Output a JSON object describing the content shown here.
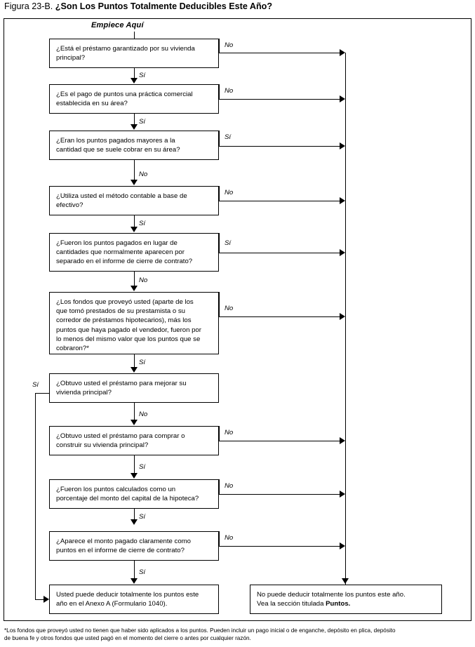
{
  "figure": {
    "label": "Figura 23-B.",
    "title": "¿Son Los Puntos Totalmente Deducibles Este Año?",
    "start_label": "Empiece Aquí"
  },
  "edge_labels": {
    "si": "Sí",
    "no": "No"
  },
  "nodes": [
    {
      "id": "q1",
      "type": "decision",
      "lines": [
        "¿Está el préstamo garantizado por su vivienda",
        "principal?"
      ],
      "yes_label": "Sí",
      "no_label": "No",
      "yes_target": "q2",
      "no_target": "not-deductible"
    },
    {
      "id": "q2",
      "type": "decision",
      "lines": [
        "¿Es el pago de puntos una práctica comercial",
        "establecida en su área?"
      ],
      "yes_label": "Sí",
      "no_label": "No",
      "yes_target": "q3",
      "no_target": "not-deductible"
    },
    {
      "id": "q3",
      "type": "decision",
      "lines": [
        "¿Eran los puntos pagados mayores a la",
        "cantidad que se suele cobrar en su área?"
      ],
      "yes_label": "Sí",
      "no_label": "No",
      "yes_target": "not-deductible",
      "no_target": "q4"
    },
    {
      "id": "q4",
      "type": "decision",
      "lines": [
        "¿Utiliza usted el método contable a base de",
        "efectivo?"
      ],
      "yes_label": "Sí",
      "no_label": "No",
      "yes_target": "q5",
      "no_target": "not-deductible"
    },
    {
      "id": "q5",
      "type": "decision",
      "lines": [
        "¿Fueron los puntos pagados en lugar de",
        "cantidades que normalmente aparecen por",
        "separado en el informe de cierre de contrato?"
      ],
      "yes_label": "Sí",
      "no_label": "No",
      "yes_target": "not-deductible",
      "no_target": "q6"
    },
    {
      "id": "q6",
      "type": "decision",
      "lines": [
        "¿Los fondos que proveyó usted (aparte de los",
        "que tomó prestados de su prestamista o su",
        "corredor de préstamos hipotecarios), más los",
        "puntos que haya pagado el vendedor, fueron por",
        "lo menos del mismo valor que los puntos que se",
        "cobraron?*"
      ],
      "yes_label": "Sí",
      "no_label": "No",
      "yes_target": "q7",
      "no_target": "not-deductible"
    },
    {
      "id": "q7",
      "type": "decision",
      "lines": [
        "¿Obtuvo usted el préstamo para mejorar su",
        "vivienda principal?"
      ],
      "yes_label": "Sí",
      "no_label": "No",
      "yes_target": "deductible",
      "no_target": "q8"
    },
    {
      "id": "q8",
      "type": "decision",
      "lines": [
        "¿Obtuvo usted el préstamo para comprar o",
        "construir su vivienda principal?"
      ],
      "yes_label": "Sí",
      "no_label": "No",
      "yes_target": "q9",
      "no_target": "not-deductible"
    },
    {
      "id": "q9",
      "type": "decision",
      "lines": [
        "¿Fueron los puntos calculados como un",
        "porcentaje del monto del capital de la hipoteca?"
      ],
      "yes_label": "Sí",
      "no_label": "No",
      "yes_target": "q10",
      "no_target": "not-deductible"
    },
    {
      "id": "q10",
      "type": "decision",
      "lines": [
        "¿Aparece el monto pagado claramente como",
        "puntos en el informe de cierre de contrato?"
      ],
      "yes_label": "Sí",
      "no_label": "No",
      "yes_target": "deductible",
      "no_target": "not-deductible"
    },
    {
      "id": "deductible",
      "type": "terminal",
      "lines": [
        "Usted puede deducir totalmente los puntos este",
        "año en el Anexo A (Formulario 1040)."
      ]
    },
    {
      "id": "not-deductible",
      "type": "terminal",
      "lines": [
        "No puede deducir totalmente los puntos este año.",
        "Vea la sección titulada "
      ],
      "bold_tail": "Puntos."
    }
  ],
  "footnote": {
    "lines": [
      "*Los fondos que proveyó usted no tienen que haber sido aplicados a los puntos. Pueden incluir un pago inicial o de enganche, depósito en plica, depósito",
      "de buena fe y otros fondos que usted pagó en el momento del cierre o antes por cualquier razón."
    ]
  },
  "colors": {
    "ink": "#000000",
    "paper": "#ffffff"
  }
}
